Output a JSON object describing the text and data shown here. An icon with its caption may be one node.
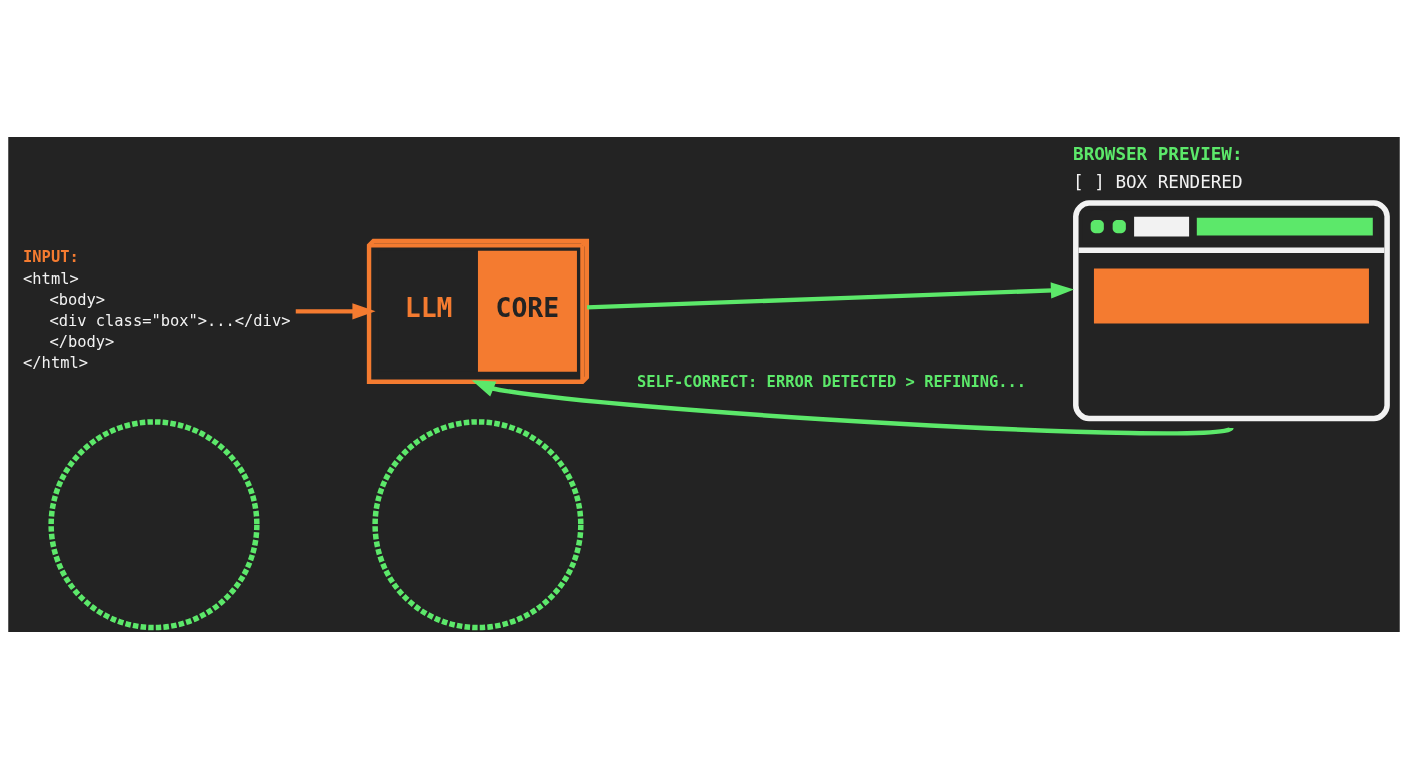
{
  "diagram": {
    "nodes": [
      {
        "text": [
          "INPUT:",
          "<html>",
          "<body>",
          "<div class=\"box\">...</div>",
          "</body>",
          "</html>"
        ]
      },
      {
        "text": [
          "LLM",
          "CORE"
        ]
      },
      {
        "text": [
          "BROWSER PREVIEW:",
          "[ ] BOX RENDERED"
        ]
      },
      {
        "text": [],
        "shape": "circle"
      },
      {
        "text": [],
        "shape": "circle"
      }
    ],
    "edges": [
      {
        "from": 0,
        "to": 1,
        "arrow": "to",
        "color": "#f47b30"
      },
      {
        "from": 1,
        "to": 2,
        "arrow": "to"
      },
      {
        "from": 2,
        "to": 1,
        "arrow": "to",
        "label": "SELF-CORRECT: ERROR DETECTED > REFINING..."
      }
    ]
  }
}
